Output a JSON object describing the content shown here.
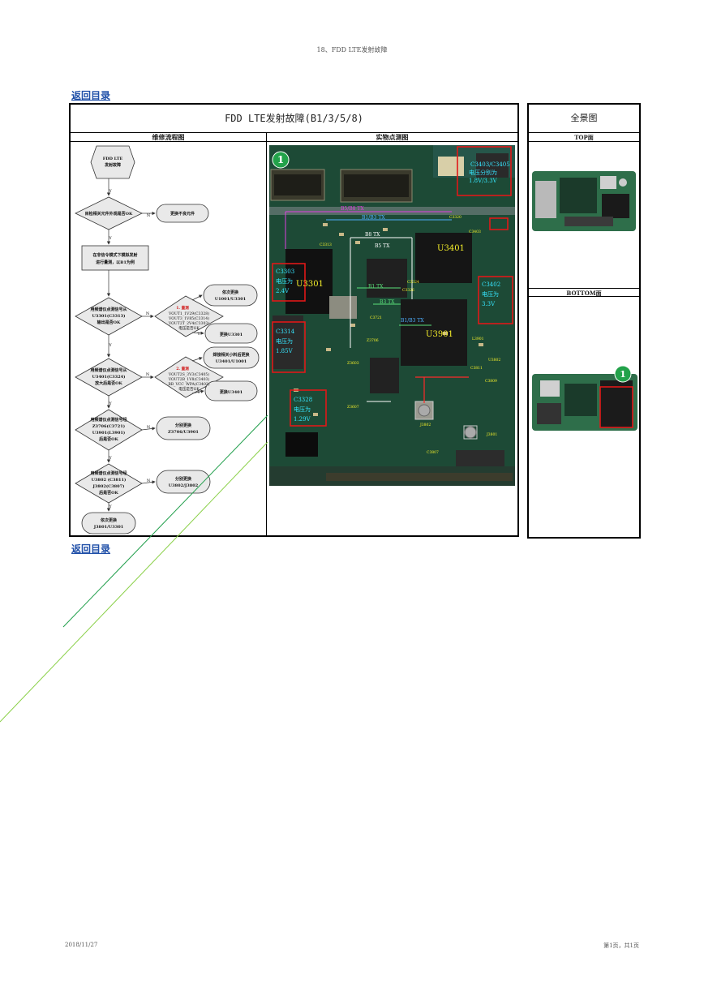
{
  "header": {
    "title": "18、FDD LTE发射故障"
  },
  "toc_link_top": "返回目录",
  "toc_link_bottom": "返回目录",
  "main_table": {
    "title": "FDD LTE发射故障(B1/3/5/8)",
    "col_flow": "维修流程图",
    "col_photo": "实物点测图"
  },
  "side_table": {
    "title": "全景图",
    "top_label": "TOP面",
    "bottom_label": "BOTTOM面"
  },
  "flow": {
    "start": [
      "FDD LTE",
      "发射故障"
    ],
    "q1": "目检相关元件外观是否OK",
    "a1": "更换不良元件",
    "step1": [
      "在非信令模式下模拟发射",
      "进行量测，以B1为例"
    ],
    "q2": [
      "用频谱仪点测信号从",
      "U3301(C3313)",
      "输出是否OK"
    ],
    "m2_title": "1. 量测",
    "m2_lines": [
      "VOUT1_1V29(C3328)",
      "VOUT3_1V85(C3314)",
      "VOUT2T_2V4(C3303)",
      "电压是否OK"
    ],
    "a2a": [
      "依次更换",
      "U1001/U3301"
    ],
    "a2b": "更换U3301",
    "q3": [
      "用频谱仪点测信号从",
      "U3401(C3324)",
      "放大后是否OK"
    ],
    "m3_title": "2. 量测",
    "m3_lines": [
      "VOUT2S_3V3(C3405)",
      "VOUT2B_1V8(C3403)",
      "BB_VCC_WPA(C3402)",
      "电压是否OK"
    ],
    "a3a": [
      "焊接相关小料后更换",
      "U3401/U1001"
    ],
    "a3b": "更换U3401",
    "q4": [
      "用频谱仪点测信号经",
      "Z3706(C3721)",
      "U3901(L3901)",
      "后是否OK"
    ],
    "a4": [
      "分别更换",
      "Z3706/U3901"
    ],
    "q5": [
      "用频谱仪点测信号经",
      "U3802 (C3811)",
      "J3802(C3807)",
      "后是否OK"
    ],
    "a5": [
      "分别更换",
      "U3802/J3802"
    ],
    "end": [
      "依次更换",
      "J3801/U3301"
    ],
    "yes": "Y",
    "no": "N"
  },
  "photo": {
    "marker": "1",
    "big_chips": [
      "U3301",
      "U3401",
      "U3901"
    ],
    "signal_labels": [
      "B5/B8 TX",
      "B1/B3 TX",
      "B8 TX",
      "B3 TX",
      "B1 TX",
      "B1/B3 TX",
      "B5 TX"
    ],
    "boxes": [
      {
        "ref": "C3403/C3405",
        "lines": [
          "电压分别为",
          "1.8V/3.3V"
        ]
      },
      {
        "ref": "C3303",
        "lines": [
          "电压为",
          "2.4V"
        ]
      },
      {
        "ref": "C3314",
        "lines": [
          "电压为",
          "1.85V"
        ]
      },
      {
        "ref": "C3328",
        "lines": [
          "电压为",
          "1.29V"
        ]
      },
      {
        "ref": "C3402",
        "lines": [
          "电压为",
          "3.3V"
        ]
      }
    ],
    "parts": [
      "C3320",
      "C3403",
      "C3313",
      "C3324",
      "C3326",
      "C3721",
      "Z3706",
      "Z3603",
      "Z3607",
      "L3901",
      "U3802",
      "C3811",
      "C3809",
      "J3802",
      "J3801",
      "C3807"
    ]
  },
  "side_photo": {
    "marker": "1"
  },
  "footer": {
    "date": "2018/11/27",
    "page": "第1页，共1页"
  },
  "colors": {
    "link": "#1f4fa8",
    "pcb": "#1d4a36",
    "callout_red": "#e01818",
    "cyan_text": "#36e6ff",
    "yellow_text": "#f6f02a",
    "magenta_line": "#e040e0",
    "green_marker": "#22a24a"
  }
}
